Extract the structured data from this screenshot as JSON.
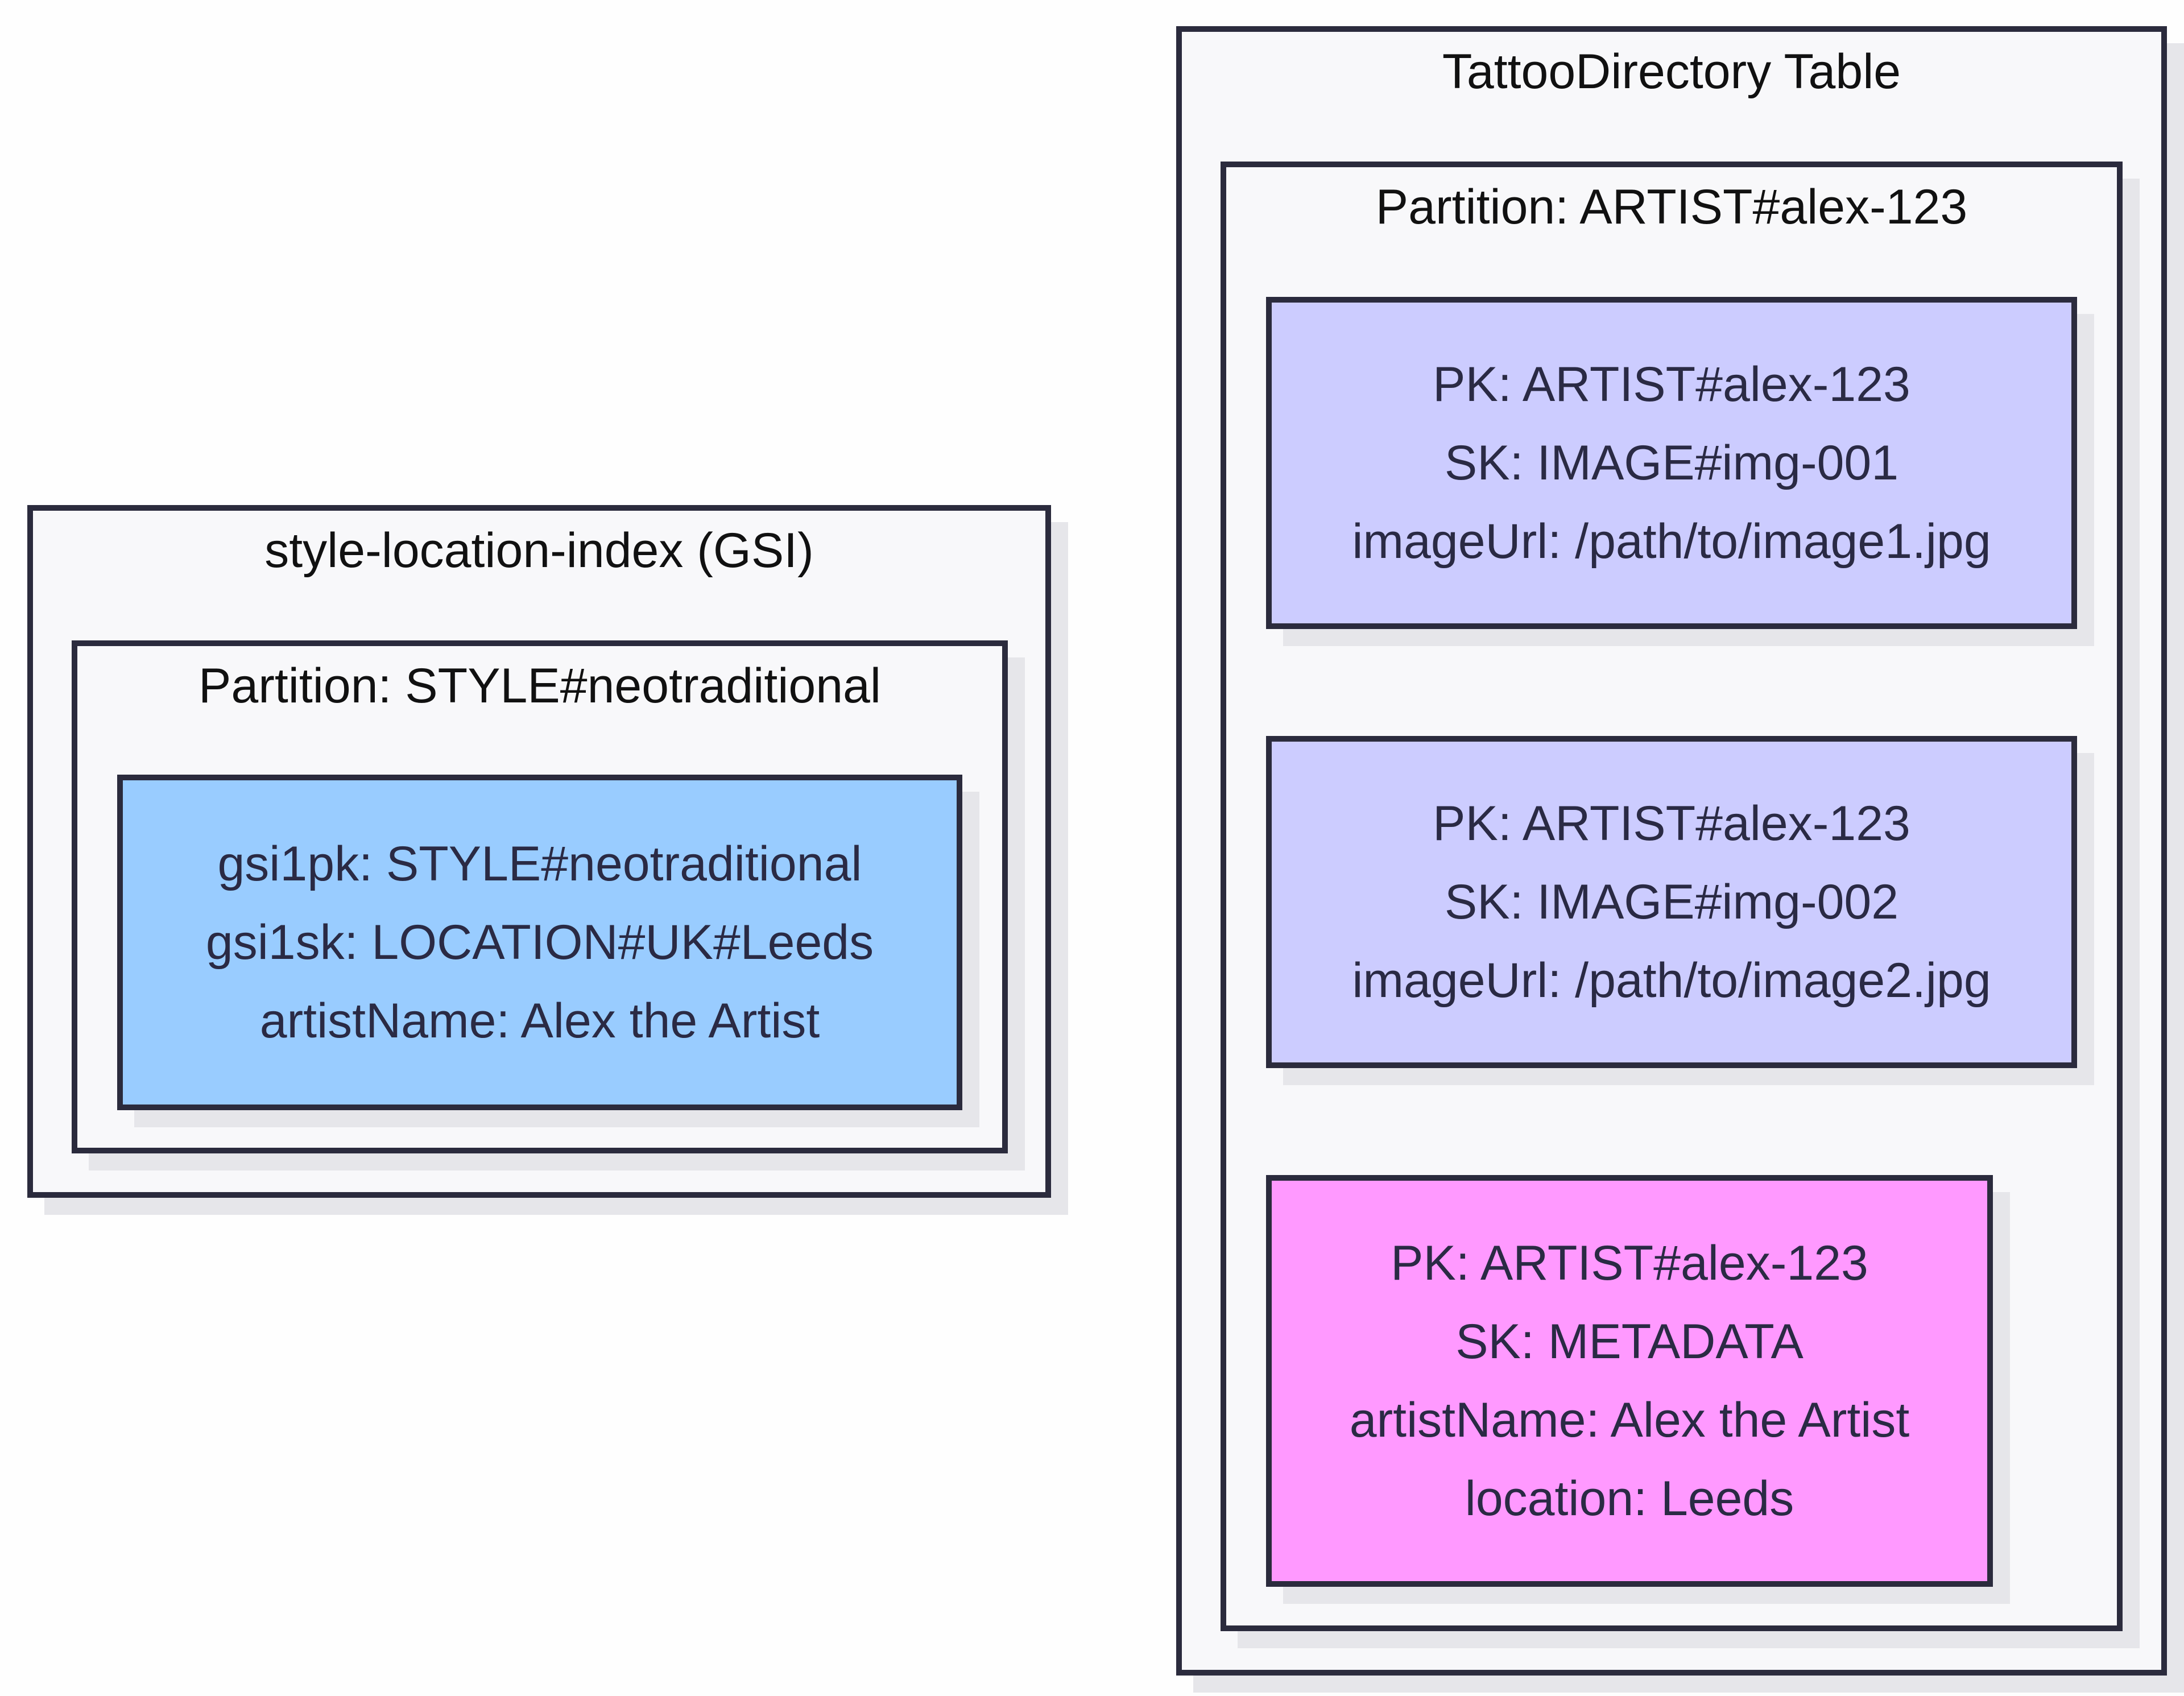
{
  "gsi": {
    "title": "style-location-index (GSI)",
    "partition": {
      "title": "Partition: STYLE#neotraditional",
      "item": {
        "color": "#99ccff",
        "lines": [
          "gsi1pk: STYLE#neotraditional",
          "gsi1sk: LOCATION#UK#Leeds",
          "artistName: Alex the Artist"
        ]
      }
    }
  },
  "table": {
    "title": "TattooDirectory Table",
    "partition": {
      "title": "Partition: ARTIST#alex-123",
      "items": [
        {
          "color": "#ccccff",
          "lines": [
            "PK: ARTIST#alex-123",
            "SK: IMAGE#img-001",
            "imageUrl: /path/to/image1.jpg"
          ]
        },
        {
          "color": "#ccccff",
          "lines": [
            "PK: ARTIST#alex-123",
            "SK: IMAGE#img-002",
            "imageUrl: /path/to/image2.jpg"
          ]
        },
        {
          "color": "#ff99ff",
          "lines": [
            "PK: ARTIST#alex-123",
            "SK: METADATA",
            "artistName: Alex the Artist",
            "location: Leeds"
          ]
        }
      ]
    }
  }
}
